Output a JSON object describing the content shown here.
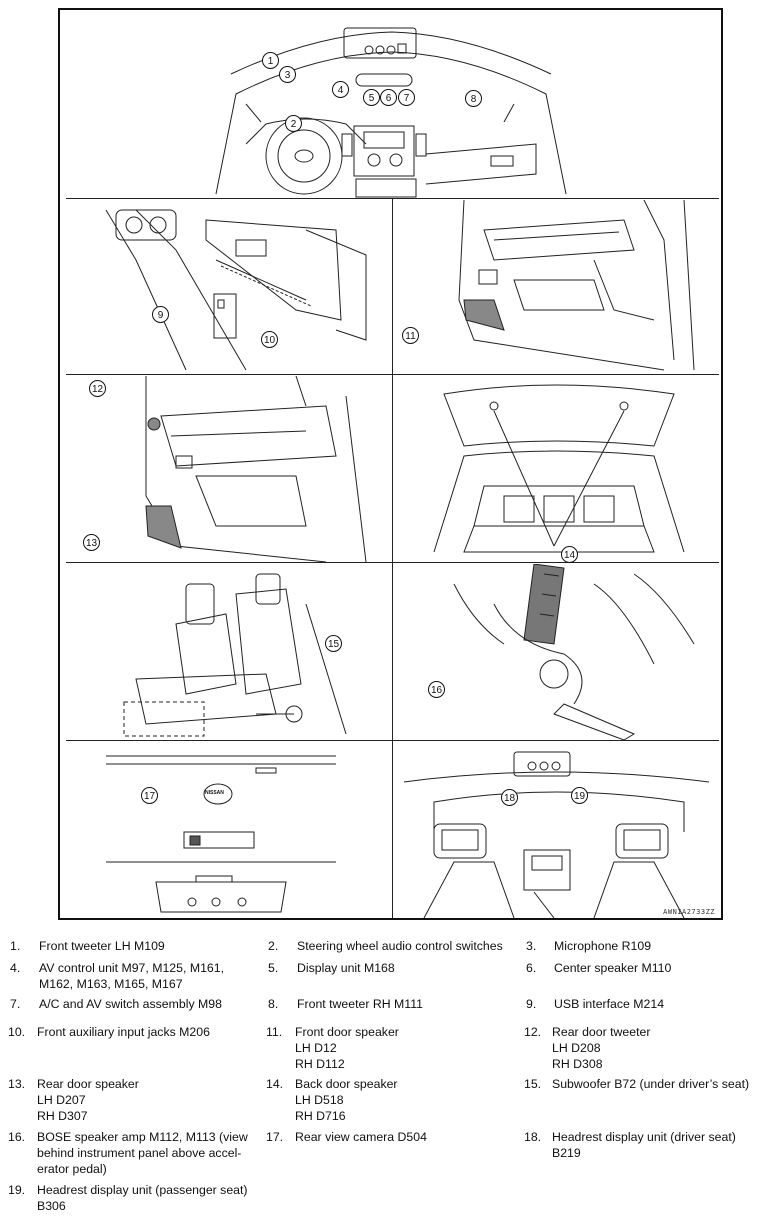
{
  "figure_code": "AWNIA2733ZZ",
  "callouts": [
    "1",
    "2",
    "3",
    "4",
    "5",
    "6",
    "7",
    "8",
    "9",
    "10",
    "11",
    "12",
    "13",
    "14",
    "15",
    "16",
    "17",
    "18",
    "19"
  ],
  "legend": [
    {
      "num": "1.",
      "text": "Front tweeter LH M109"
    },
    {
      "num": "2.",
      "text": "Steering wheel audio control switches"
    },
    {
      "num": "3.",
      "text": "Microphone R109"
    },
    {
      "num": "4.",
      "text": "AV control unit M97, M125, M161,\nM162, M163, M165, M167"
    },
    {
      "num": "5.",
      "text": "Display unit M168"
    },
    {
      "num": "6.",
      "text": "Center speaker M110"
    },
    {
      "num": "7.",
      "text": "A/C and AV switch assembly M98"
    },
    {
      "num": "8.",
      "text": "Front tweeter RH M111"
    },
    {
      "num": "9.",
      "text": "USB interface M214"
    },
    {
      "num": "10.",
      "text": "Front auxiliary input jacks M206"
    },
    {
      "num": "11.",
      "text": "Front door speaker\nLH D12\nRH D112"
    },
    {
      "num": "12.",
      "text": "Rear door tweeter\nLH D208\nRH D308"
    },
    {
      "num": "13.",
      "text": "Rear door speaker\nLH D207\nRH D307"
    },
    {
      "num": "14.",
      "text": "Back door speaker\nLH D518\nRH D716"
    },
    {
      "num": "15.",
      "text": "Subwoofer B72 (under driver’s seat)"
    },
    {
      "num": "16.",
      "text": "BOSE speaker amp M112, M113 (view\nbehind instrument panel above accel-\nerator pedal)"
    },
    {
      "num": "17.",
      "text": "Rear view camera D504"
    },
    {
      "num": "18.",
      "text": "Headrest display unit (driver seat)\nB219"
    },
    {
      "num": "19.",
      "text": "Headrest display unit (passenger seat)\nB306"
    }
  ],
  "badge_text": "NISSAN"
}
